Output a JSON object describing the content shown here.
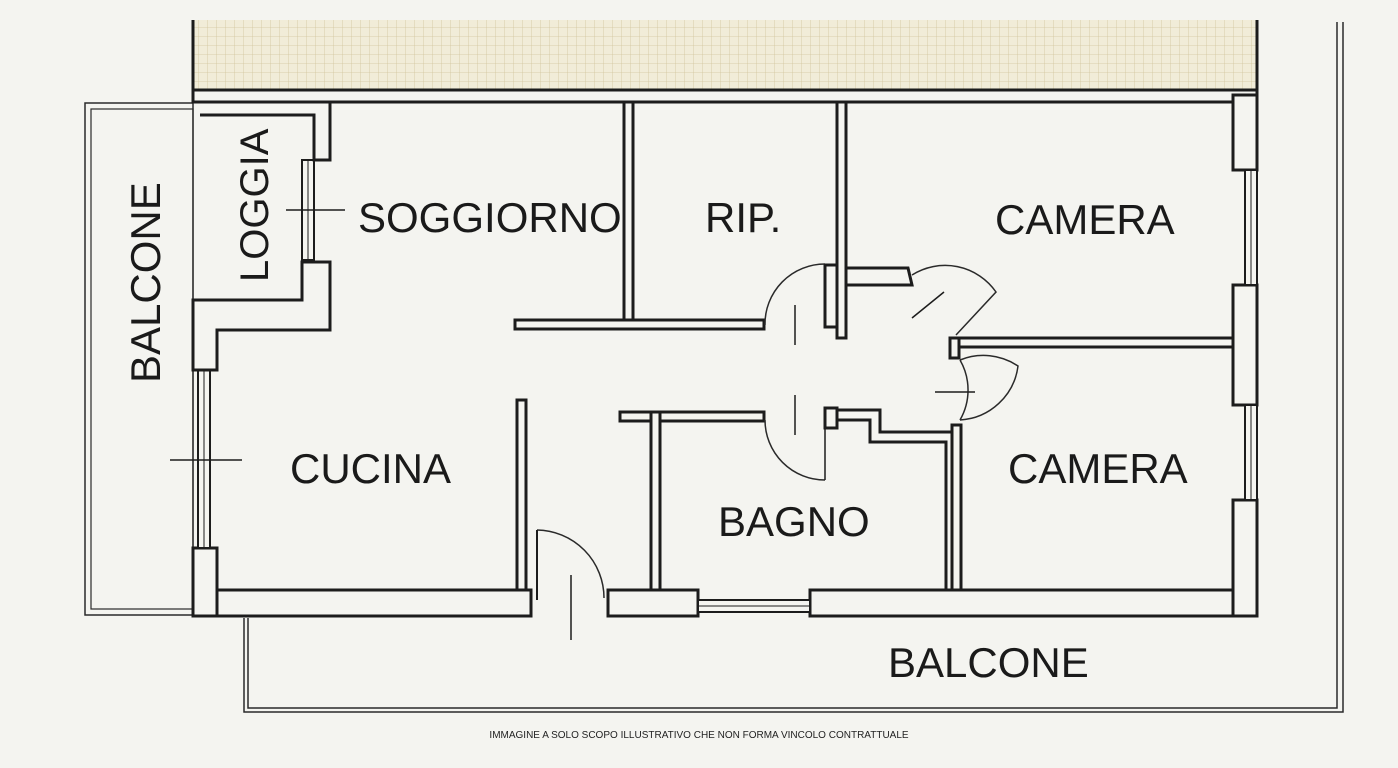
{
  "rooms": {
    "loggia": "LOGGIA",
    "soggiorno": "SOGGIORNO",
    "ripostiglio": "RIP.",
    "camera_top": "CAMERA",
    "camera_bottom": "CAMERA",
    "cucina": "CUCINA",
    "bagno": "BAGNO",
    "balcone_left": "BALCONE",
    "balcone_bottom": "BALCONE"
  },
  "disclaimer": "IMMAGINE A SOLO SCOPO ILLUSTRATIVO CHE NON FORMA VINCOLO CONTRATTUALE"
}
